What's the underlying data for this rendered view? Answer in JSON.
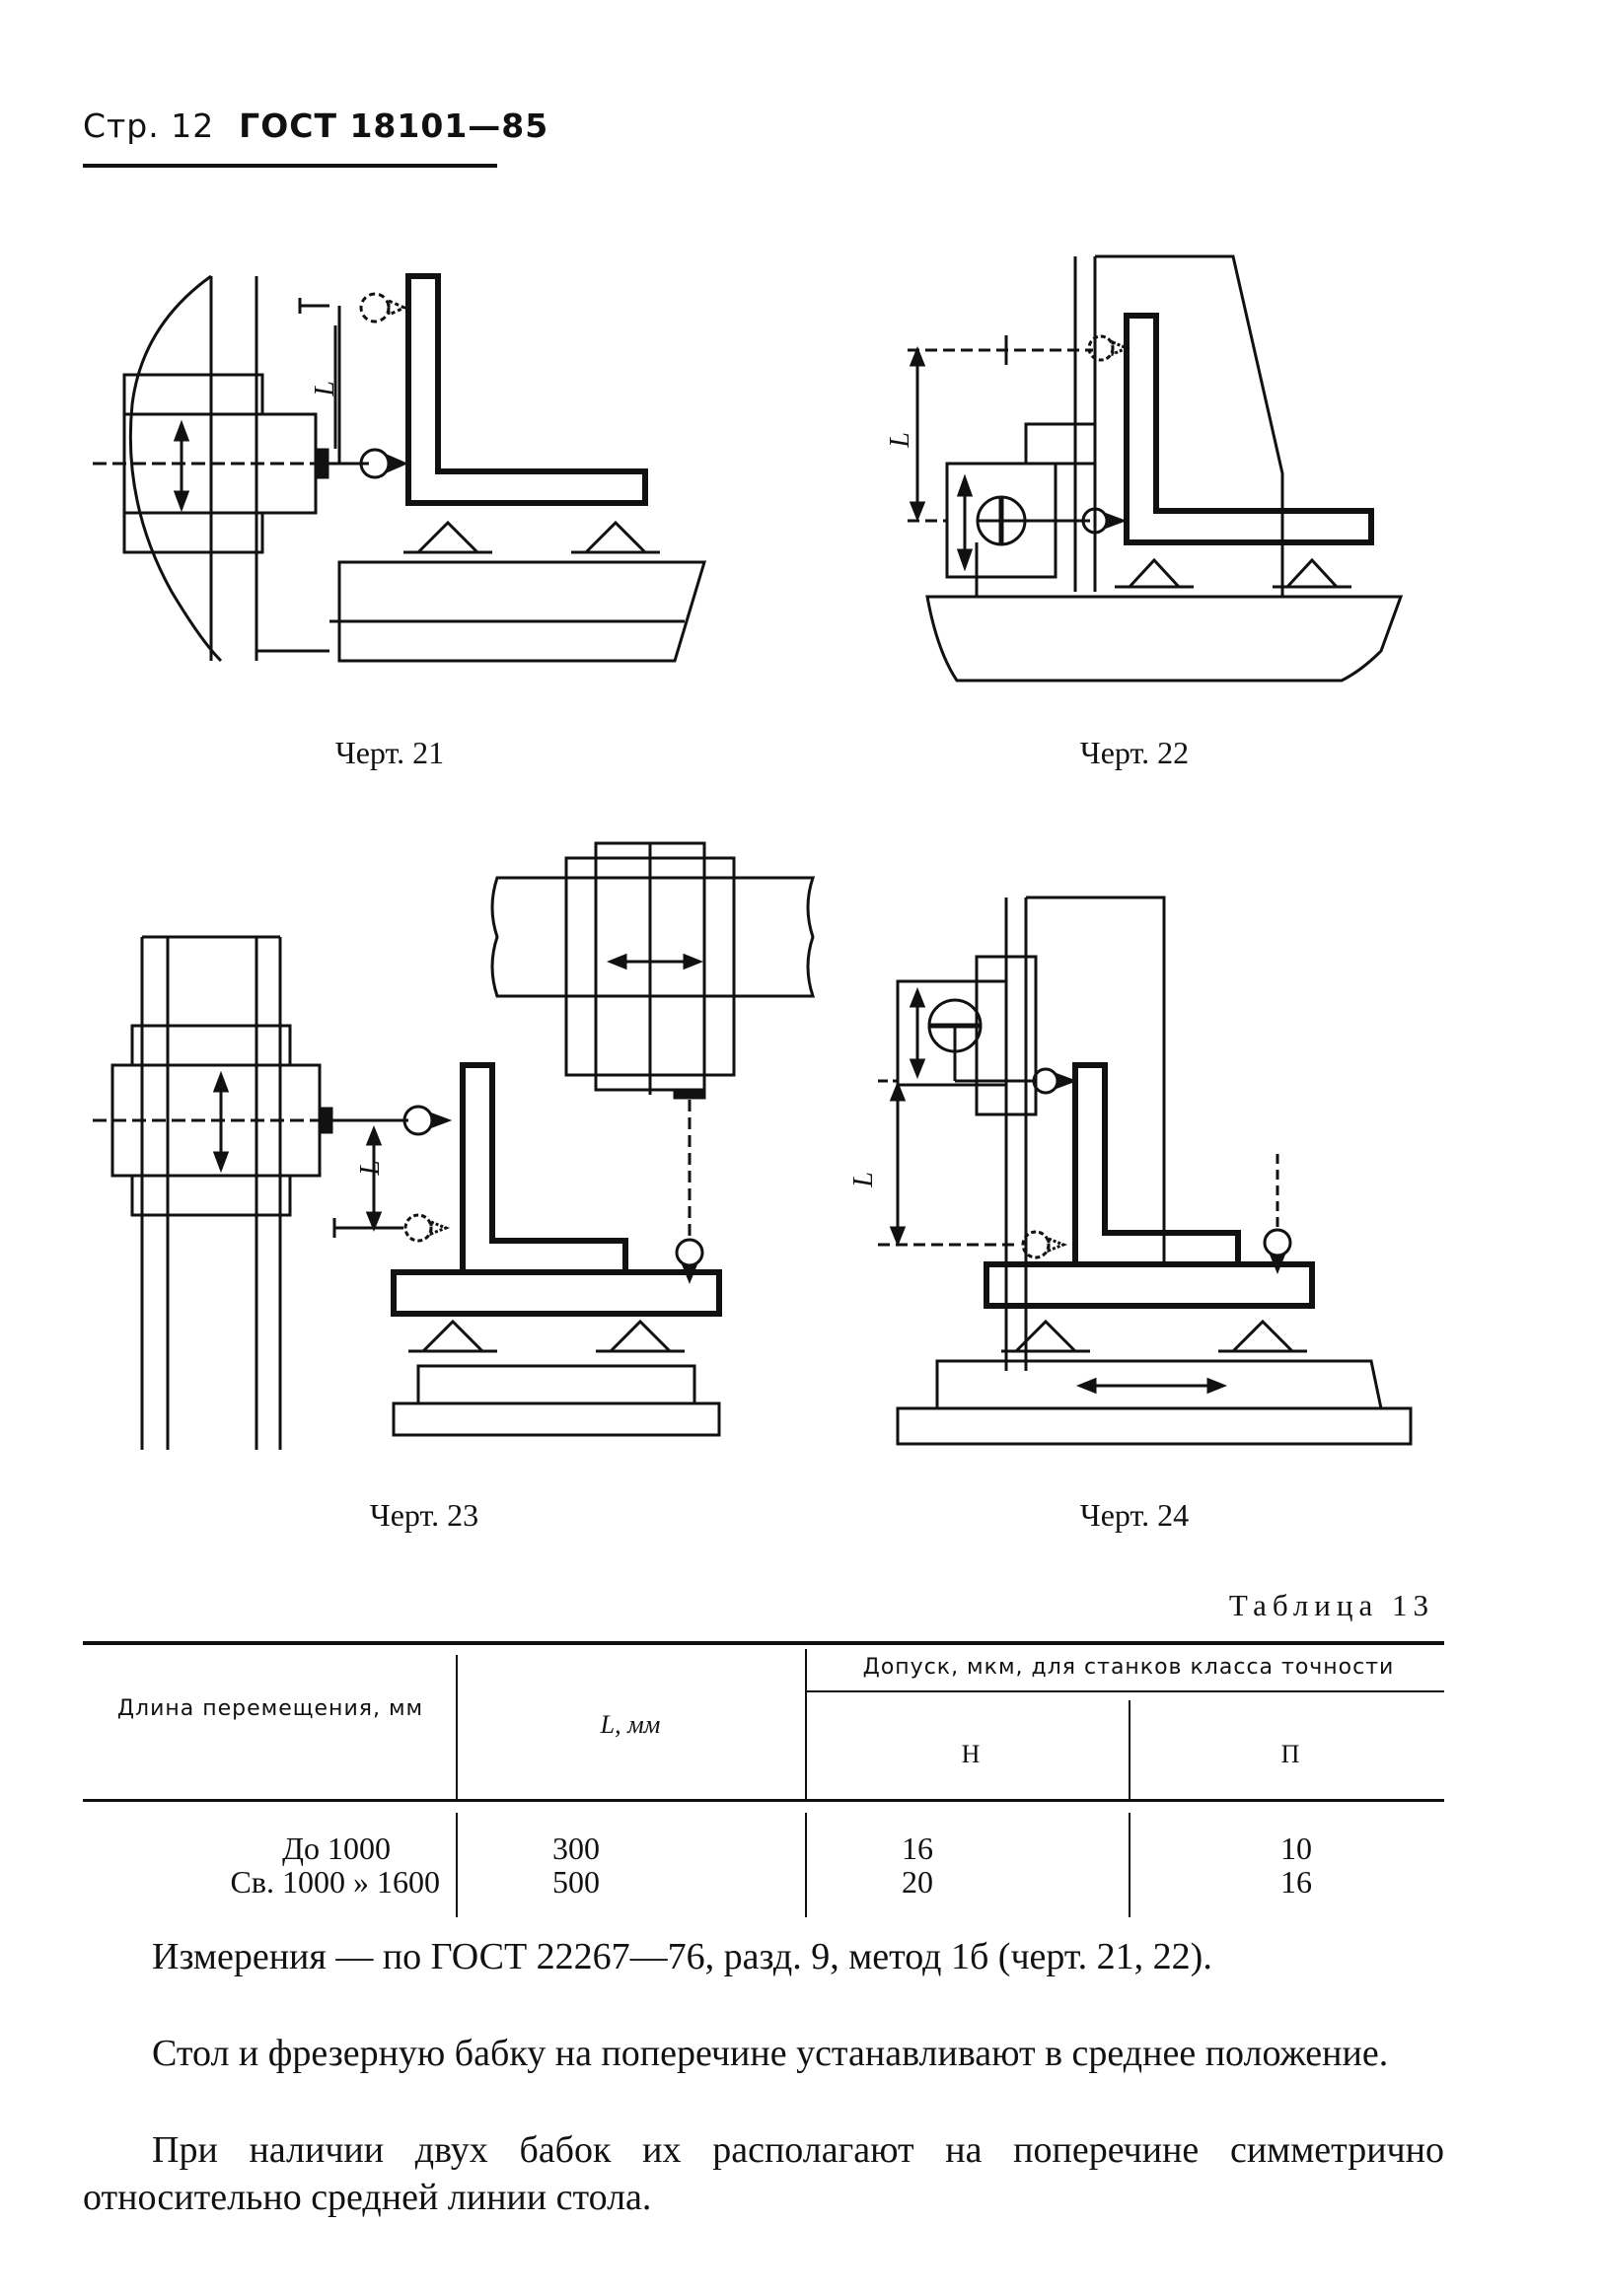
{
  "header": {
    "prefix": "Стр. 12",
    "standard": "ГОСТ 18101—85"
  },
  "figures": {
    "fig21": {
      "caption": "Черт. 21",
      "dim_label": "L"
    },
    "fig22": {
      "caption": "Черт. 22",
      "dim_label": "L"
    },
    "fig23": {
      "caption": "Черт. 23",
      "dim_label": "L"
    },
    "fig24": {
      "caption": "Черт. 24",
      "dim_label": "L"
    }
  },
  "table": {
    "title": "Таблица 13",
    "col_length": "Длина перемещения, мм",
    "col_L": "L, мм",
    "col_tolerance": "Допуск, мкм, для станков класса точности",
    "col_H": "Н",
    "col_P": "П",
    "rows": [
      {
        "length": "До 1000",
        "L": "300",
        "H": "16",
        "P": "10"
      },
      {
        "length": "Св. 1000 » 1600",
        "L": "500",
        "H": "20",
        "P": "16"
      }
    ]
  },
  "body": {
    "p1": "Измерения — по ГОСТ 22267—76, разд. 9, метод 1б (черт. 21, 22).",
    "p2": "Стол и фрезерную бабку на поперечине устанавливают в среднее положение.",
    "p3": "При наличии двух бабок их располагают на поперечине симметрично относительно средней линии стола."
  }
}
